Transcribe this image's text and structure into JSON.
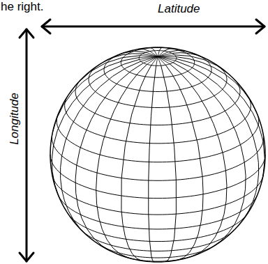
{
  "diagram": {
    "labels": [
      "he right.",
      "Latitude",
      "Longitude"
    ]
  }
}
